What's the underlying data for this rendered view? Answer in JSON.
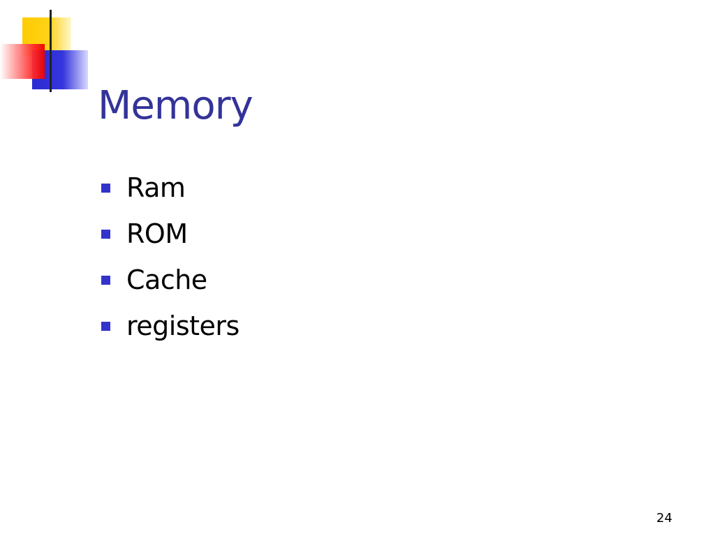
{
  "slide": {
    "title": "Memory",
    "bullets": [
      {
        "text": "Ram"
      },
      {
        "text": "ROM"
      },
      {
        "text": "Cache"
      },
      {
        "text": "registers"
      }
    ],
    "page_number": "24"
  },
  "colors": {
    "title": "#333399",
    "bullet": "#3333cc",
    "logo_yellow": "#ffcc00",
    "logo_red": "#ee0000",
    "logo_blue": "#2b2bd0"
  },
  "icons": {
    "logo": "decorative-squares-logo",
    "bullet": "square-bullet-icon"
  }
}
